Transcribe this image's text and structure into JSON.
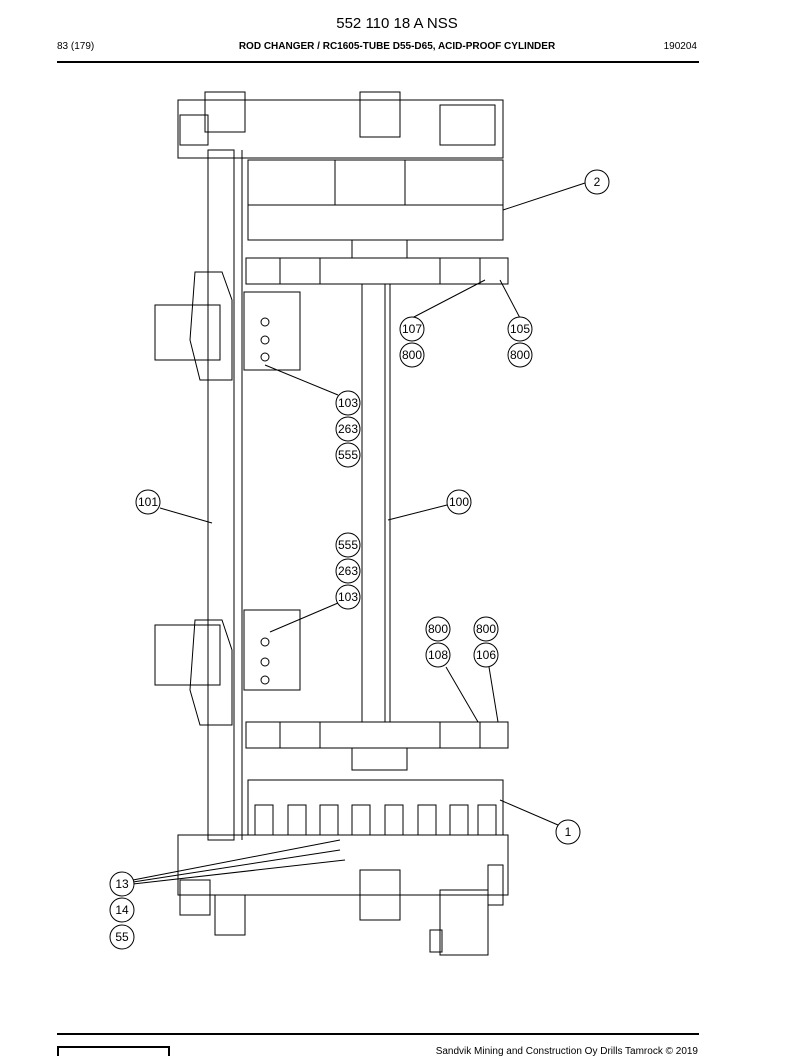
{
  "header": {
    "doc_number": "552 110 18 A NSS",
    "page": "83 (179)",
    "title": "ROD CHANGER / RC1605-TUBE D55-D65, ACID-PROOF CYLINDER",
    "code": "190204"
  },
  "callouts": [
    {
      "id": "c-2",
      "label": "2"
    },
    {
      "id": "c-107",
      "label": "107"
    },
    {
      "id": "c-800a",
      "label": "800"
    },
    {
      "id": "c-105",
      "label": "105"
    },
    {
      "id": "c-800b",
      "label": "800"
    },
    {
      "id": "c-103a",
      "label": "103"
    },
    {
      "id": "c-263a",
      "label": "263"
    },
    {
      "id": "c-555a",
      "label": "555"
    },
    {
      "id": "c-101",
      "label": "101"
    },
    {
      "id": "c-100",
      "label": "100"
    },
    {
      "id": "c-555b",
      "label": "555"
    },
    {
      "id": "c-263b",
      "label": "263"
    },
    {
      "id": "c-103b",
      "label": "103"
    },
    {
      "id": "c-800c",
      "label": "800"
    },
    {
      "id": "c-108",
      "label": "108"
    },
    {
      "id": "c-800d",
      "label": "800"
    },
    {
      "id": "c-106",
      "label": "106"
    },
    {
      "id": "c-1",
      "label": "1"
    },
    {
      "id": "c-13",
      "label": "13"
    },
    {
      "id": "c-14",
      "label": "14"
    },
    {
      "id": "c-55",
      "label": "55"
    }
  ],
  "footer": {
    "copyright": "Sandvik Mining and Construction Oy Drills Tamrock © 2019"
  }
}
